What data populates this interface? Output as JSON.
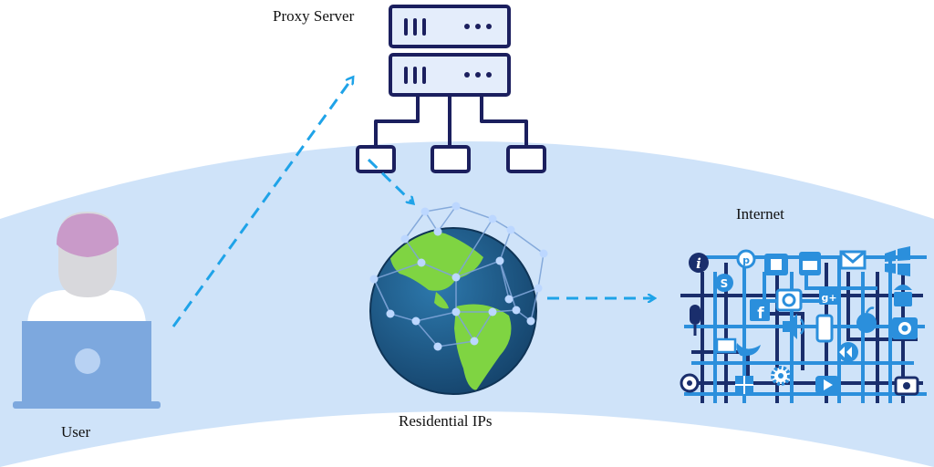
{
  "labels": {
    "proxy_server": "Proxy Server",
    "user": "User",
    "residential_ips": "Residential IPs",
    "internet": "Internet"
  },
  "colors": {
    "band": "#cfe3f9",
    "server_outline": "#1b1f5e",
    "server_fill": "#e4edfb",
    "arrow": "#1fa3e8",
    "laptop": "#7da8de",
    "person_head": "#c99ac9",
    "ocean": "#1b5a8a",
    "land": "#7fd442",
    "net_dark": "#1a2e6c",
    "net_light": "#2b8fdc"
  },
  "icons": [
    "server-icon",
    "user-laptop-icon",
    "globe-icon",
    "internet-apps-icon",
    "info-icon",
    "pinterest-icon",
    "skype-icon",
    "facebook-icon",
    "twitter-icon",
    "youtube-icon",
    "mail-icon",
    "windows-icon",
    "apple-icon",
    "android-icon",
    "camera-icon",
    "microphone-icon",
    "speaker-icon",
    "gear-icon",
    "play-icon",
    "rewind-icon",
    "wifi-icon"
  ]
}
